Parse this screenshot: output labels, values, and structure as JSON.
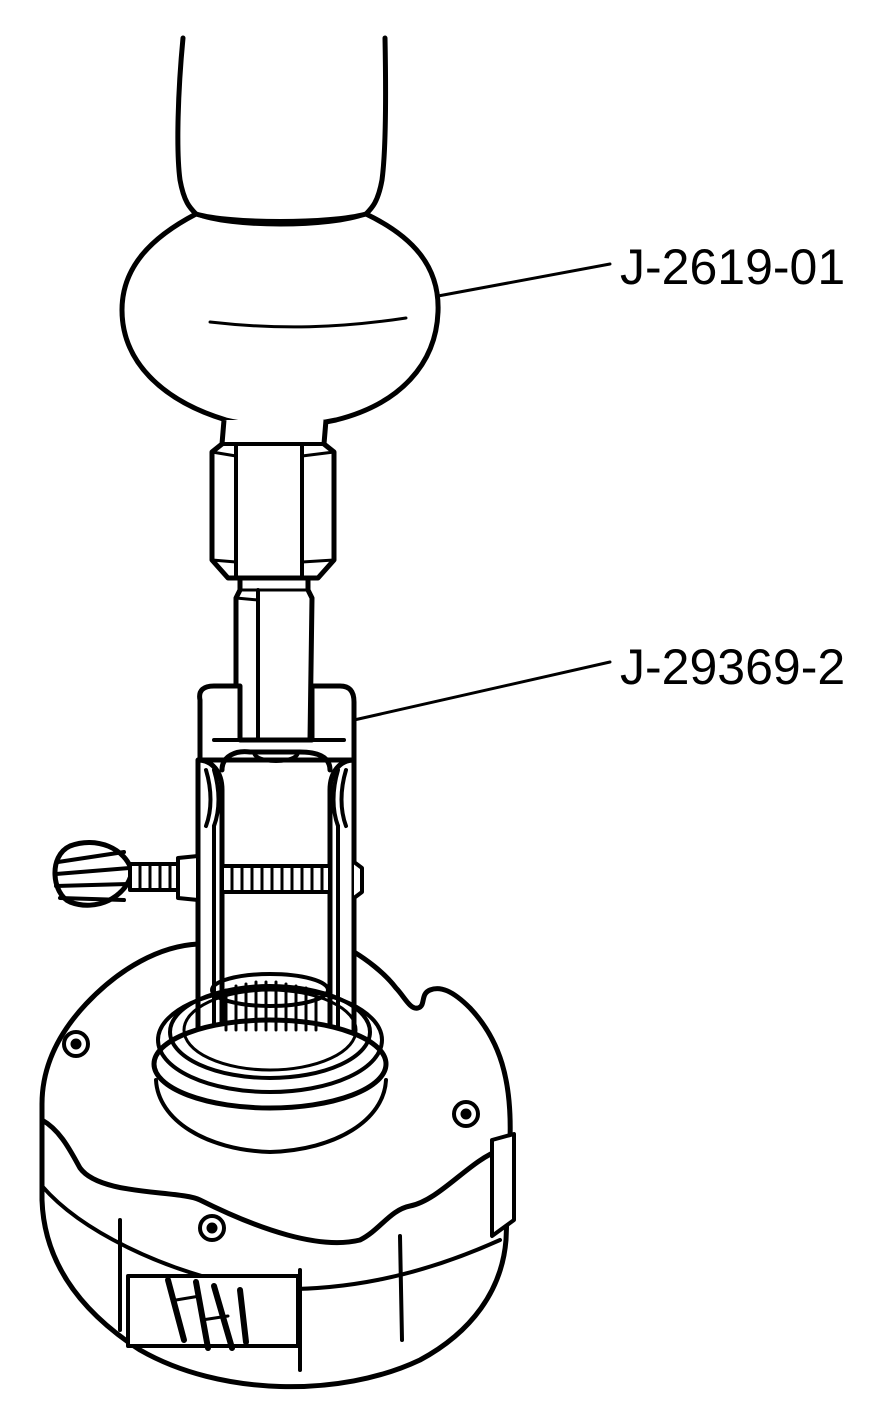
{
  "figure": {
    "callouts": [
      {
        "id": "slide-hammer",
        "label": "J-2619-01"
      },
      {
        "id": "bearing-remover",
        "label": "J-29369-2"
      }
    ],
    "colors": {
      "ink": "#000000",
      "paper": "#ffffff"
    }
  }
}
